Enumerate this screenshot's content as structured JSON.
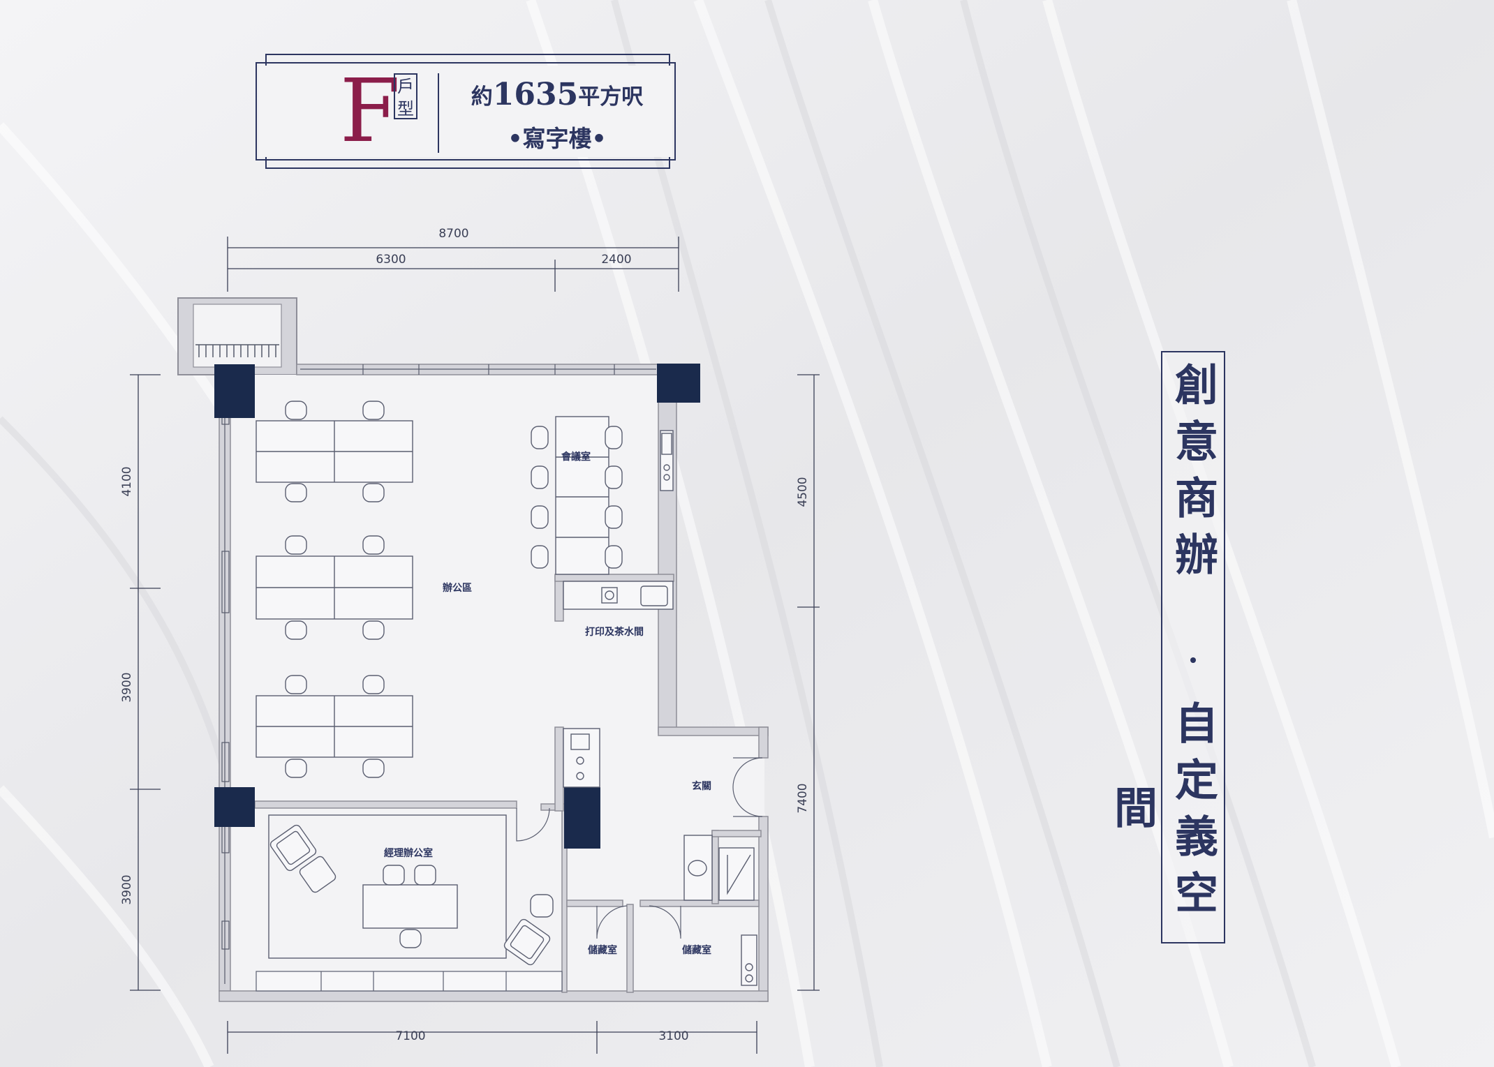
{
  "unit_type": {
    "letter": "F",
    "sub_label": "戶型",
    "area_prefix": "約",
    "area_number": "1635",
    "area_unit": "平方呎",
    "usage": "•寫字樓•"
  },
  "slogan": {
    "part1": "創意商辦",
    "part2": "自定義空間"
  },
  "dimensions": {
    "top_total": "8700",
    "top_left": "6300",
    "top_right": "2400",
    "left_1": "4100",
    "left_2": "3900",
    "left_3": "3900",
    "right_1": "4500",
    "right_2": "7400",
    "bottom_left": "7100",
    "bottom_right": "3100"
  },
  "rooms": {
    "meeting": "會議室",
    "office_area": "辦公區",
    "pantry": "打印及茶水間",
    "foyer": "玄關",
    "manager": "經理辦公室",
    "storage_1": "儲藏室",
    "storage_2": "儲藏室"
  },
  "colors": {
    "navy": "#2c3560",
    "column": "#1a2a4c",
    "accent": "#8b1d4a",
    "wall": "#d4d4da"
  }
}
